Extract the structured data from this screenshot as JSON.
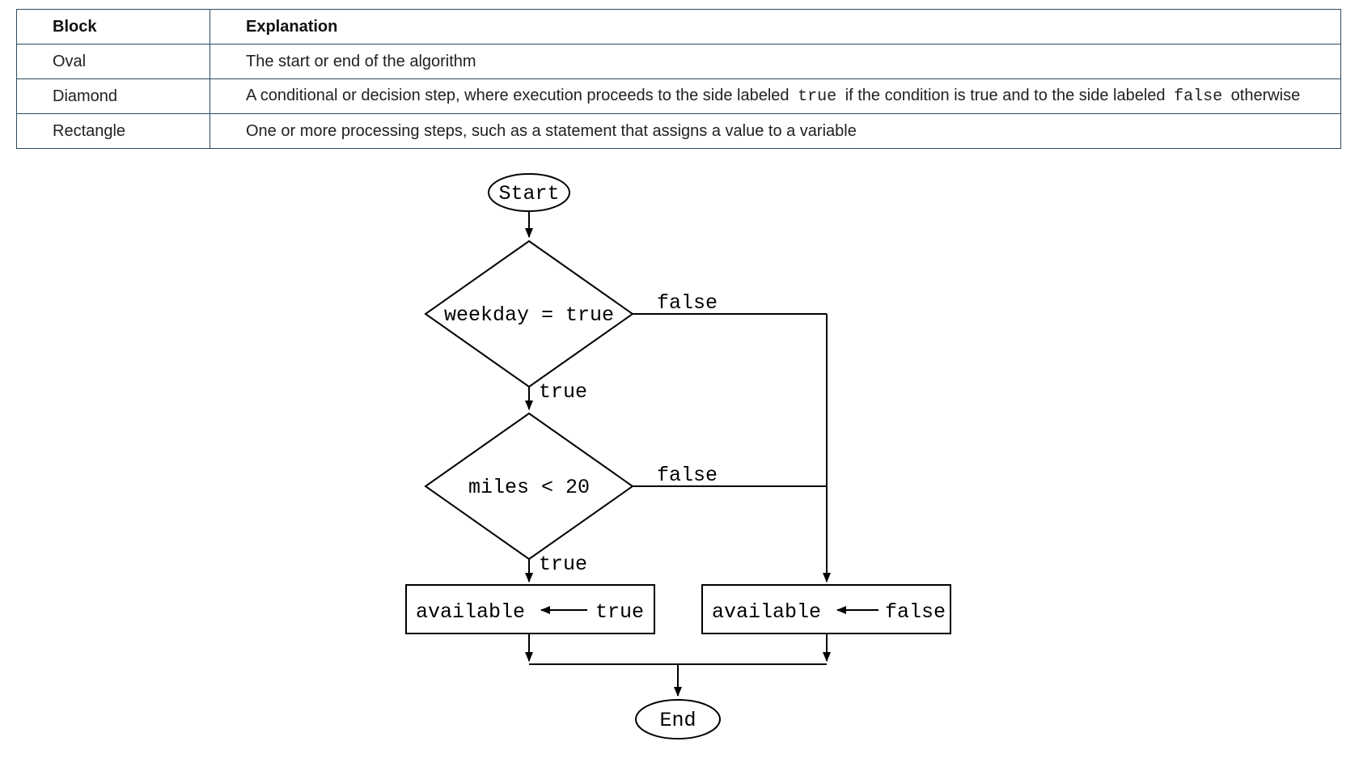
{
  "colors": {
    "table_border": "#2e4a5f",
    "flow_stroke": "#000000",
    "background": "#ffffff"
  },
  "legend_table": {
    "headers": {
      "block": "Block",
      "explanation": "Explanation"
    },
    "rows": {
      "oval": {
        "block": "Oval",
        "explanation": "The start or end of the algorithm"
      },
      "diamond": {
        "block": "Diamond",
        "explanation_segments": {
          "s0": "A conditional or decision step, where execution proceeds to the side labeled",
          "s1_code": "true",
          "s2": "if the condition is true and to the side labeled",
          "s3_code": "false",
          "s4": "otherwise"
        }
      },
      "rectangle": {
        "block": "Rectangle",
        "explanation": "One or more processing steps, such as a statement that assigns a value to a variable"
      }
    }
  },
  "flowchart": {
    "start_label": "Start",
    "end_label": "End",
    "decision1_label": "weekday = true",
    "decision2_label": "miles < 20",
    "edges": {
      "d1_true": "true",
      "d1_false": "false",
      "d2_true": "true",
      "d2_false": "false"
    },
    "assign_true": {
      "variable": "available",
      "value": "true"
    },
    "assign_false": {
      "variable": "available",
      "value": "false"
    }
  }
}
